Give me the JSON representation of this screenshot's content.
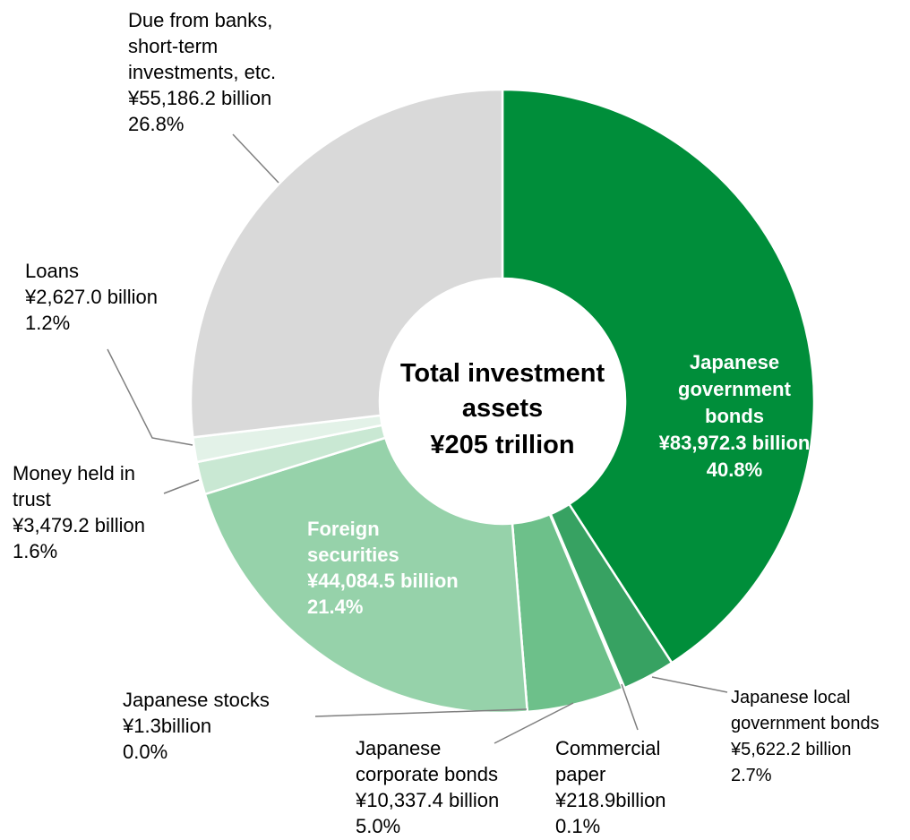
{
  "chart_data": {
    "type": "pie",
    "title": "",
    "center_label": [
      "Total investment",
      "assets",
      "¥205 trillion"
    ],
    "slices": [
      {
        "name": "Japanese government bonds",
        "amount": "¥83,972.3 billion",
        "value": 83972.3,
        "percent": "40.8%",
        "color": "#008e3a",
        "label": [
          "Japanese",
          "government",
          "bonds",
          "¥83,972.3 billion",
          "40.8%"
        ]
      },
      {
        "name": "Japanese local government bonds",
        "amount": "¥5,622.2 billion",
        "value": 5622.2,
        "percent": "2.7%",
        "color": "#37a262",
        "label": [
          "Japanese local",
          "government bonds",
          "¥5,622.2 billion",
          "2.7%"
        ]
      },
      {
        "name": "Commercial paper",
        "amount": "¥218.9billion",
        "value": 218.9,
        "percent": "0.1%",
        "color": "#5aaf79",
        "label": [
          "Commercial",
          "paper",
          "¥218.9billion",
          "0.1%"
        ]
      },
      {
        "name": "Japanese corporate bonds",
        "amount": "¥10,337.4 billion",
        "value": 10337.4,
        "percent": "5.0%",
        "color": "#6dc08a",
        "label": [
          "Japanese",
          "corporate bonds",
          "¥10,337.4 billion",
          "5.0%"
        ]
      },
      {
        "name": "Japanese stocks",
        "amount": "¥1.3billion",
        "value": 1.3,
        "percent": "0.0%",
        "color": "#7fc899",
        "label": [
          "Japanese stocks",
          "¥1.3billion",
          "0.0%"
        ]
      },
      {
        "name": "Foreign securities",
        "amount": "¥44,084.5 billion",
        "value": 44084.5,
        "percent": "21.4%",
        "color": "#96d2aa",
        "label": [
          "Foreign",
          "securities",
          "¥44,084.5 billion",
          "21.4%"
        ]
      },
      {
        "name": "Money held in trust",
        "amount": "¥3,479.2 billion",
        "value": 3479.2,
        "percent": "1.6%",
        "color": "#c9e8d3",
        "label": [
          "Money held in",
          "trust",
          "¥3,479.2 billion",
          "1.6%"
        ]
      },
      {
        "name": "Loans",
        "amount": "¥2,627.0 billion",
        "value": 2627.0,
        "percent": "1.2%",
        "color": "#e3f2e8",
        "label": [
          "Loans",
          "¥2,627.0 billion",
          "1.2%"
        ]
      },
      {
        "name": "Due from banks, short-term investments, etc.",
        "amount": "¥55,186.2 billion",
        "value": 55186.2,
        "percent": "26.8%",
        "color": "#d9d9d9",
        "label": [
          "Due from banks,",
          "short-term",
          "investments, etc.",
          "¥55,186.2 billion",
          "26.8%"
        ]
      }
    ]
  }
}
